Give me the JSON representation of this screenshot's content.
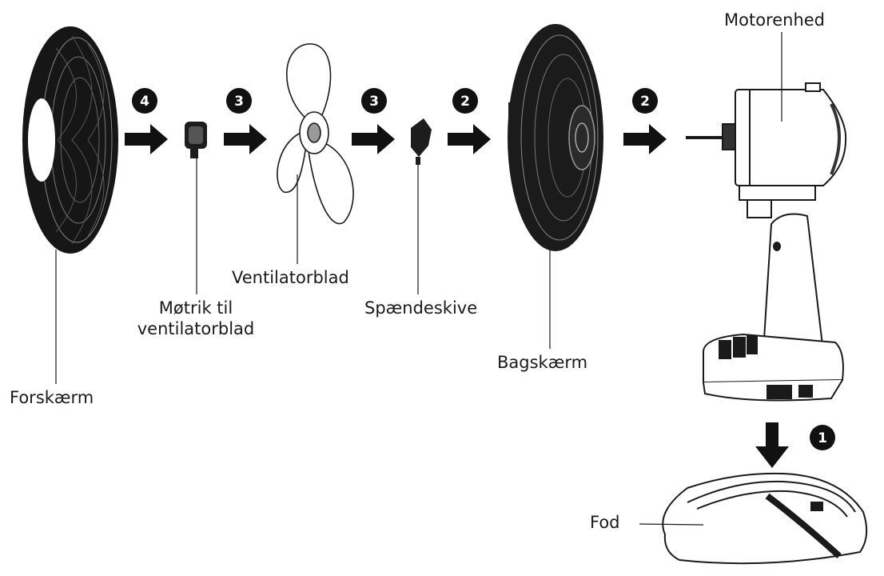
{
  "colors": {
    "ink": "#1a1a1a",
    "badge": "#111111",
    "badge_text": "#ffffff",
    "background": "#ffffff"
  },
  "labels": {
    "forskaerm": "Forskærm",
    "motrik_line1": "Møtrik til",
    "motrik_line2": "ventilatorblad",
    "ventilatorblad": "Ventilatorblad",
    "spaendeskive": "Spændeskive",
    "bagskaerm": "Bagskærm",
    "motorenhed": "Motorenhed",
    "fod": "Fod"
  },
  "steps": {
    "s1": "1",
    "s2a": "2",
    "s2b": "2",
    "s3a": "3",
    "s3b": "3",
    "s4": "4"
  }
}
